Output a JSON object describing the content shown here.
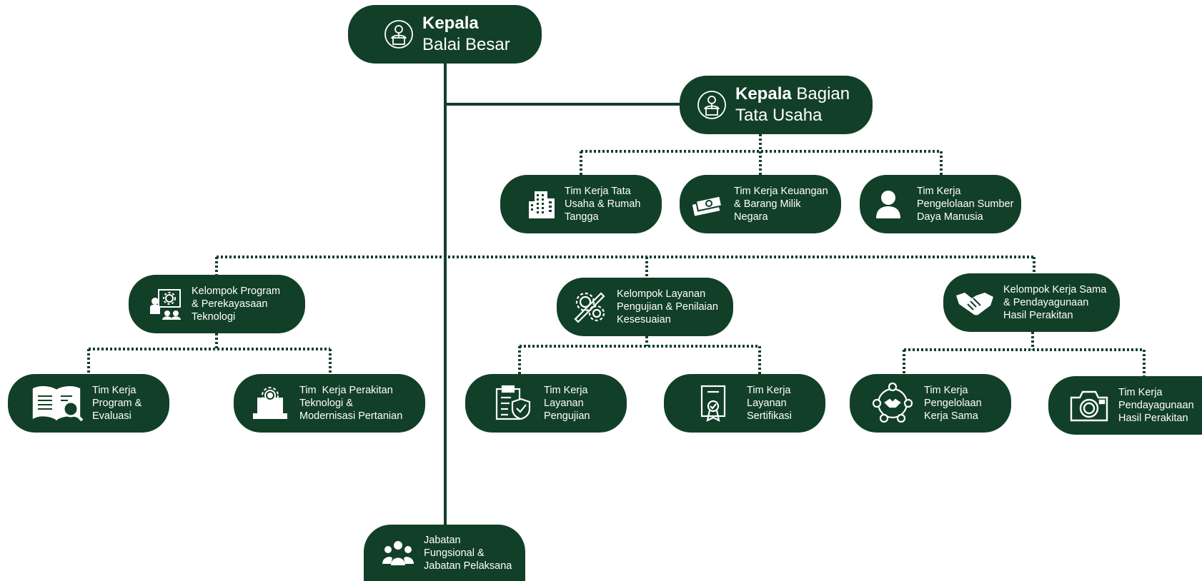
{
  "colors": {
    "node_bg": "#123f28",
    "line": "#123f28",
    "text": "#ffffff",
    "background": "#ffffff"
  },
  "nodes": {
    "head": {
      "bold": "Kepala",
      "rest": "Balai Besar",
      "icon": "presenter-icon"
    },
    "admin_head": {
      "bold": "Kepala",
      "rest_a": " Bagian",
      "rest_b": "Tata Usaha",
      "icon": "presenter-icon"
    },
    "tu_rt": {
      "lines": [
        "Tim Kerja Tata",
        "Usaha & Rumah",
        "Tangga"
      ],
      "icon": "building-icon"
    },
    "keuangan": {
      "lines": [
        "Tim Kerja Keuangan",
        "& Barang Milik",
        "Negara"
      ],
      "icon": "money-icon"
    },
    "sdm": {
      "lines": [
        "Tim Kerja",
        "Pengelolaan Sumber",
        "Daya Manusia"
      ],
      "icon": "person-icon"
    },
    "program": {
      "lines": [
        "Kelompok Program",
        "& Perekayasaan",
        "Teknologi"
      ],
      "icon": "presentation-gear-icon"
    },
    "layanan": {
      "lines": [
        "Kelompok Layanan",
        "Pengujian & Penilaian",
        "Kesesuaian"
      ],
      "icon": "gear-wrench-icon"
    },
    "kerjasama": {
      "lines": [
        "Kelompok Kerja Sama",
        "& Pendayagunaan",
        "Hasil Perakitan"
      ],
      "icon": "handshake-icon"
    },
    "prog_eval": {
      "lines": [
        "Tim Kerja",
        "Program &",
        "Evaluasi"
      ],
      "icon": "book-search-icon"
    },
    "perakitan": {
      "lines": [
        "Tim  Kerja Perakitan",
        "Teknologi &",
        "Modernisasi Pertanian"
      ],
      "icon": "laptop-gear-icon"
    },
    "pengujian": {
      "lines": [
        "Tim Kerja",
        "Layanan",
        "Pengujian"
      ],
      "icon": "clipboard-shield-icon"
    },
    "sertifikasi": {
      "lines": [
        "Tim Kerja",
        "Layanan",
        "Sertifikasi"
      ],
      "icon": "certificate-icon"
    },
    "kerja_sama": {
      "lines": [
        "Tim Kerja",
        "Pengelolaan",
        "Kerja Sama"
      ],
      "icon": "team-cycle-icon"
    },
    "hasil": {
      "lines": [
        "Tim Kerja",
        "Pendayagunaan",
        "Hasil Perakitan"
      ],
      "icon": "camera-icon"
    },
    "fungsional": {
      "lines": [
        "Jabatan",
        "Fungsional &",
        "Jabatan Pelaksana"
      ],
      "icon": "group-icon"
    }
  }
}
